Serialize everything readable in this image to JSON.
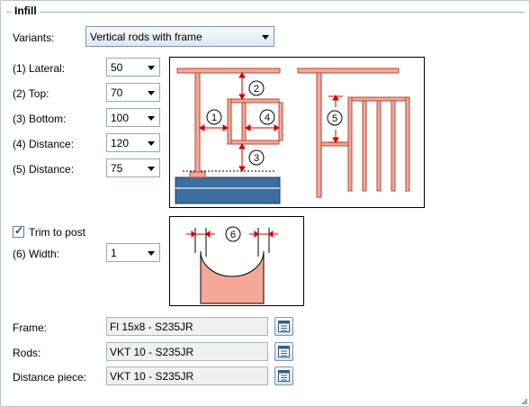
{
  "group": {
    "title": "Infill"
  },
  "variants": {
    "label": "Variants:",
    "value": "Vertical rods with frame"
  },
  "params": [
    {
      "label": "(1) Lateral:",
      "value": "50"
    },
    {
      "label": "(2) Top:",
      "value": "70"
    },
    {
      "label": "(3) Bottom:",
      "value": "100"
    },
    {
      "label": "(4) Distance:",
      "value": "120"
    },
    {
      "label": "(5) Distance:",
      "value": "75"
    }
  ],
  "trim": {
    "label": "Trim to post",
    "checked": true
  },
  "width": {
    "label": "(6) Width:",
    "value": "1"
  },
  "diagram_labels": {
    "n1": "1",
    "n2": "2",
    "n3": "3",
    "n4": "4",
    "n5": "5",
    "n6": "6"
  },
  "materials": {
    "frame": {
      "label": "Frame:",
      "value": "Fl 15x8 - S235JR"
    },
    "rods": {
      "label": "Rods:",
      "value": "VKT 10 - S235JR"
    },
    "distance_piece": {
      "label": "Distance piece:",
      "value": "VKT 10 - S235JR"
    }
  },
  "colors": {
    "steel": "#f5a898",
    "steel_outline": "#b04a3a",
    "base": "#3c6e9e",
    "dimension": "#d00000"
  },
  "icons": {
    "library": "catalog-icon",
    "dropdown": "chevron-down-icon",
    "checkbox": "check-icon"
  }
}
